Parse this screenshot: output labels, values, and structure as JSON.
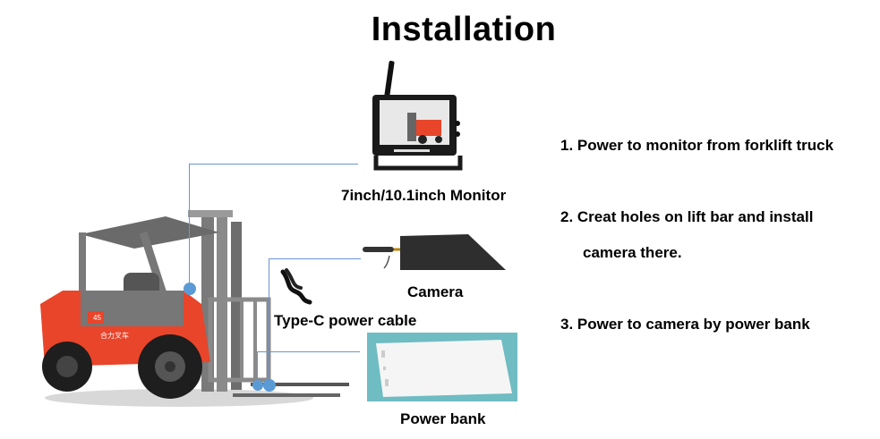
{
  "title": "Installation",
  "components": {
    "monitor": {
      "label": "7inch/10.1inch Monitor",
      "icon": "monitor-icon"
    },
    "camera": {
      "label": "Camera",
      "icon": "camera-icon"
    },
    "cable": {
      "label": "Type-C power cable",
      "icon": "cable-icon"
    },
    "power_bank": {
      "label": "Power bank",
      "icon": "power-bank-icon"
    }
  },
  "forklift": {
    "model_badge": "45",
    "body_text": "合力叉车"
  },
  "steps": [
    {
      "line1": "1. Power to monitor from forklift truck"
    },
    {
      "line1": "2. Creat holes on lift bar and install",
      "line2": "camera there."
    },
    {
      "line1": "3. Power to camera by power bank"
    }
  ],
  "colors": {
    "connector": "#6b93d6",
    "dot": "#5b9bd5",
    "forklift_body": "#e8452a",
    "power_bank_bg": "#6fbcc3"
  }
}
